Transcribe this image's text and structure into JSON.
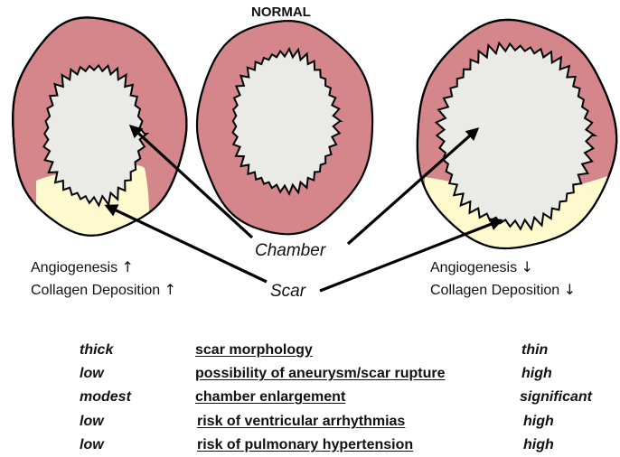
{
  "title": "NORMAL",
  "labels": {
    "chamber": "Chamber",
    "scar": "Scar"
  },
  "left_notes": [
    "Angiogenesis",
    "Collagen Deposition"
  ],
  "right_notes": [
    "Angiogenesis",
    "Collagen Deposition"
  ],
  "up_arrow": "↑",
  "down_arrow": "↓",
  "comparison_rows": [
    {
      "left": "thick",
      "property": "scar morphology",
      "right": "thin"
    },
    {
      "left": "low",
      "property": "possibility of aneurysm/scar rupture",
      "right": "high"
    },
    {
      "left": "modest",
      "property": "chamber enlargement",
      "right": "significant"
    },
    {
      "left": "low",
      "property": "risk of ventricular arrhythmias",
      "right": "high"
    },
    {
      "left": "low",
      "property": "risk of pulmonary hypertension",
      "right": "high"
    }
  ],
  "colors": {
    "myocardium": "#d4868b",
    "chamber": "#eaeae6",
    "scar": "#fffacd",
    "outline": "#000000"
  }
}
